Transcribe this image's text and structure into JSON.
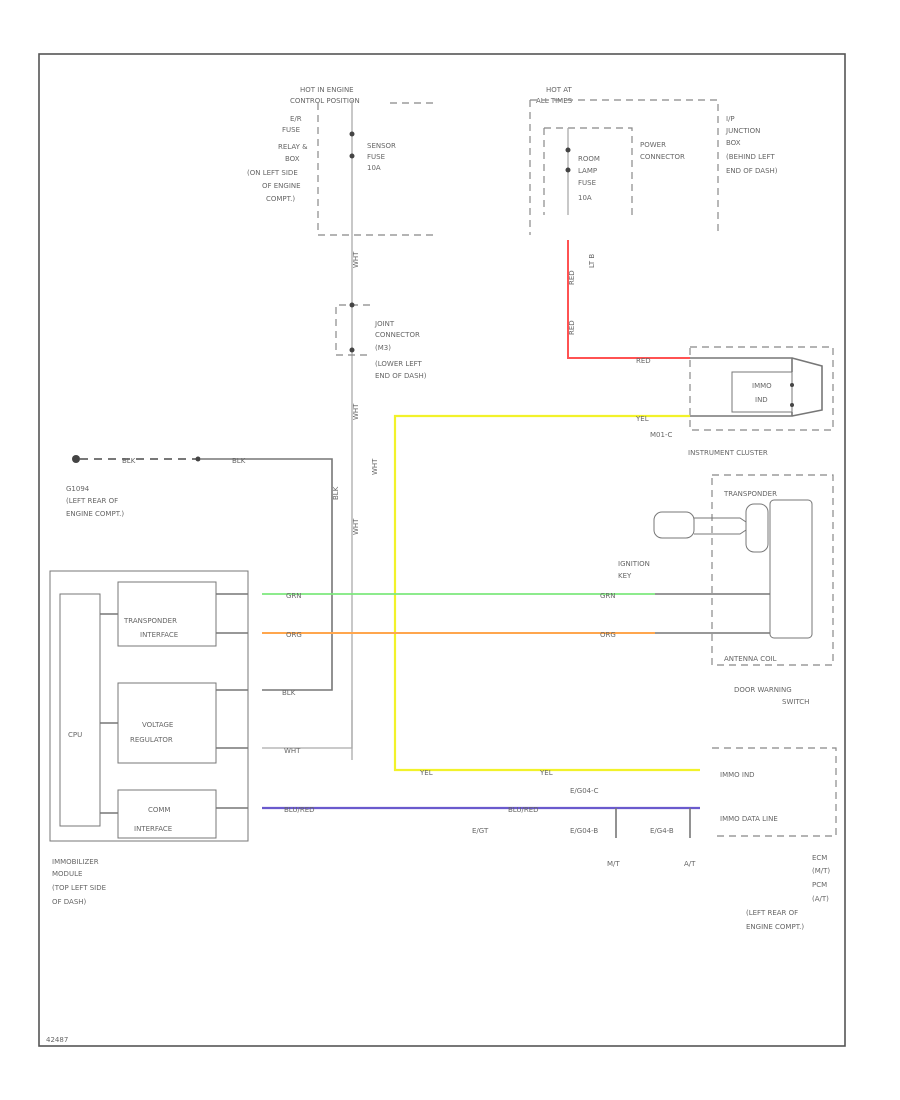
{
  "wire_colors": {
    "red": "#ff5252",
    "yellow": "#f2f22a",
    "green": "#7de87d",
    "orange": "#ffa64d",
    "purple": "#6a5acd",
    "white": "#bbbbbb",
    "black": "#666666"
  },
  "hot_left": {
    "line1": "HOT IN ENGINE",
    "line2": "CONTROL POSITION",
    "side_label": [
      "E/R",
      "FUSE",
      "RELAY &",
      "BOX",
      "(ON LEFT SIDE",
      "OF ENGINE",
      "COMPT.)"
    ],
    "fuse_label": [
      "SENSOR",
      "FUSE",
      "10A"
    ]
  },
  "hot_right": {
    "line1": "HOT AT",
    "line2": "ALL TIMES",
    "fuse_label": [
      "ROOM",
      "LAMP",
      "FUSE",
      "10A"
    ],
    "connector_label": [
      "POWER",
      "CONNECTOR"
    ],
    "jb_label": [
      "I/P",
      "JUNCTION",
      "BOX",
      "(BEHIND LEFT",
      "END OF DASH)"
    ]
  },
  "joint_connector": [
    "JOINT",
    "CONNECTOR",
    "(M3)",
    "(LOWER LEFT",
    "END OF DASH)"
  ],
  "ground_g": [
    "G1094",
    "(LEFT REAR OF",
    "ENGINE COMPT.)"
  ],
  "wire_labels": {
    "wht": "WHT",
    "blk": "BLK",
    "red": "RED",
    "yel": "YEL",
    "grn": "GRN",
    "org": "ORG",
    "blu_red": "BLU/RED",
    "lt_b": "LT B"
  },
  "instrument_cluster": {
    "label": "INSTRUMENT CLUSTER",
    "inner": [
      "IMMO",
      "IND"
    ],
    "connector": "M01-C"
  },
  "transponder": {
    "label": "TRANSPONDER",
    "key": [
      "IGNITION",
      "KEY"
    ],
    "antenna": "ANTENNA COIL"
  },
  "door_warning": [
    "DOOR WARNING",
    "SWITCH"
  ],
  "immobilizer": {
    "cpu": "CPU",
    "transponder_if": [
      "TRANSPONDER",
      "INTERFACE"
    ],
    "voltage_reg": [
      "VOLTAGE",
      "REGULATOR"
    ],
    "comm_if": [
      "COMM",
      "INTERFACE"
    ],
    "label": [
      "IMMOBILIZER",
      "MODULE",
      "(TOP LEFT SIDE",
      "OF DASH)"
    ]
  },
  "ecm": {
    "immo_ind": "IMMO IND",
    "immo_data": "IMMO DATA LINE",
    "connectors": [
      "E/G04-C",
      "E/G04-B",
      "E/G4-B",
      "E/GT"
    ],
    "mt": "M/T",
    "at": "A/T",
    "label": [
      "ECM",
      "(M/T)",
      "PCM",
      "(A/T)",
      "(LEFT REAR OF",
      "ENGINE COMPT.)"
    ]
  },
  "footer_code": "42487"
}
